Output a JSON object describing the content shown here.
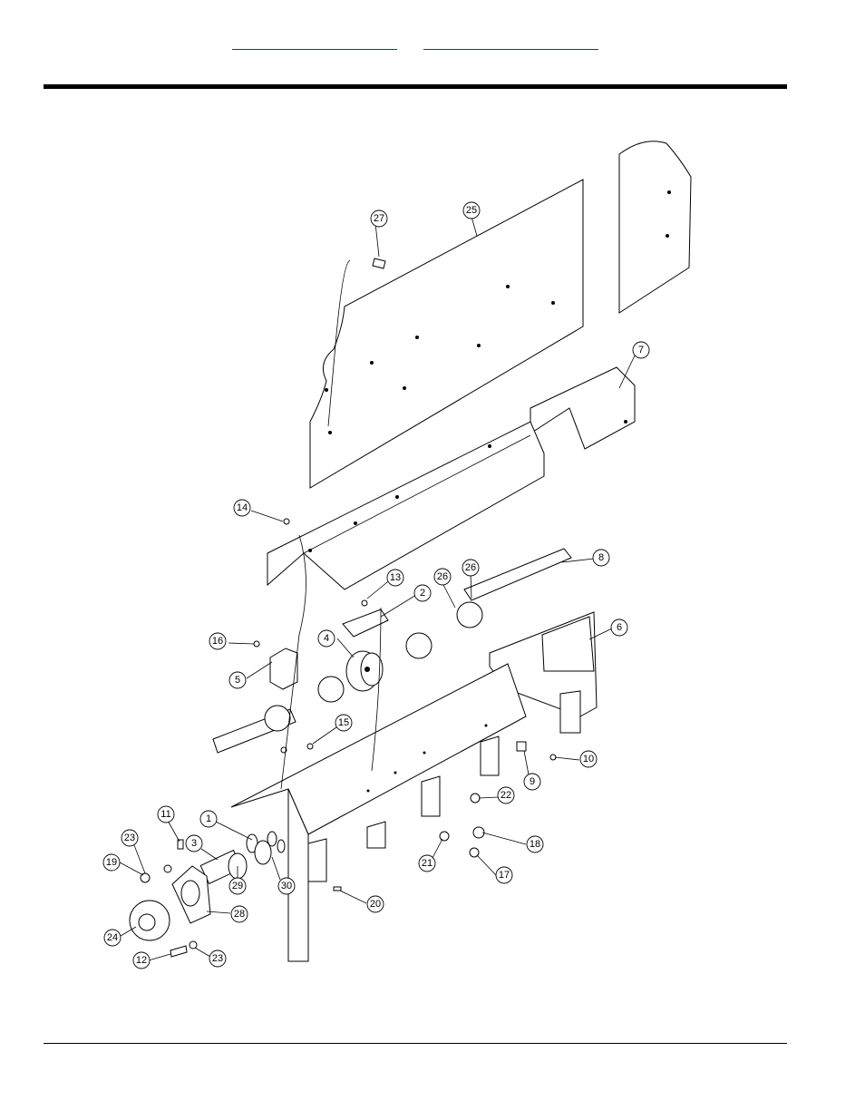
{
  "header": {
    "link_1": "",
    "link_2": ""
  },
  "callouts": [
    {
      "id": "c27",
      "label": "27"
    },
    {
      "id": "c25",
      "label": "25"
    },
    {
      "id": "c7",
      "label": "7"
    },
    {
      "id": "c14",
      "label": "14"
    },
    {
      "id": "c13",
      "label": "13"
    },
    {
      "id": "c26a",
      "label": "26"
    },
    {
      "id": "c26b",
      "label": "26"
    },
    {
      "id": "c8",
      "label": "8"
    },
    {
      "id": "c2",
      "label": "2"
    },
    {
      "id": "c16",
      "label": "16"
    },
    {
      "id": "c4",
      "label": "4"
    },
    {
      "id": "c6",
      "label": "6"
    },
    {
      "id": "c5",
      "label": "5"
    },
    {
      "id": "c15",
      "label": "15"
    },
    {
      "id": "c10",
      "label": "10"
    },
    {
      "id": "c9",
      "label": "9"
    },
    {
      "id": "c11",
      "label": "11"
    },
    {
      "id": "c1",
      "label": "1"
    },
    {
      "id": "c22",
      "label": "22"
    },
    {
      "id": "c23a",
      "label": "23"
    },
    {
      "id": "c3",
      "label": "3"
    },
    {
      "id": "c18",
      "label": "18"
    },
    {
      "id": "c19",
      "label": "19"
    },
    {
      "id": "c21",
      "label": "21"
    },
    {
      "id": "c30",
      "label": "30"
    },
    {
      "id": "c29",
      "label": "29"
    },
    {
      "id": "c17",
      "label": "17"
    },
    {
      "id": "c28",
      "label": "28"
    },
    {
      "id": "c20",
      "label": "20"
    },
    {
      "id": "c24",
      "label": "24"
    },
    {
      "id": "c12",
      "label": "12"
    },
    {
      "id": "c23b",
      "label": "23"
    }
  ]
}
